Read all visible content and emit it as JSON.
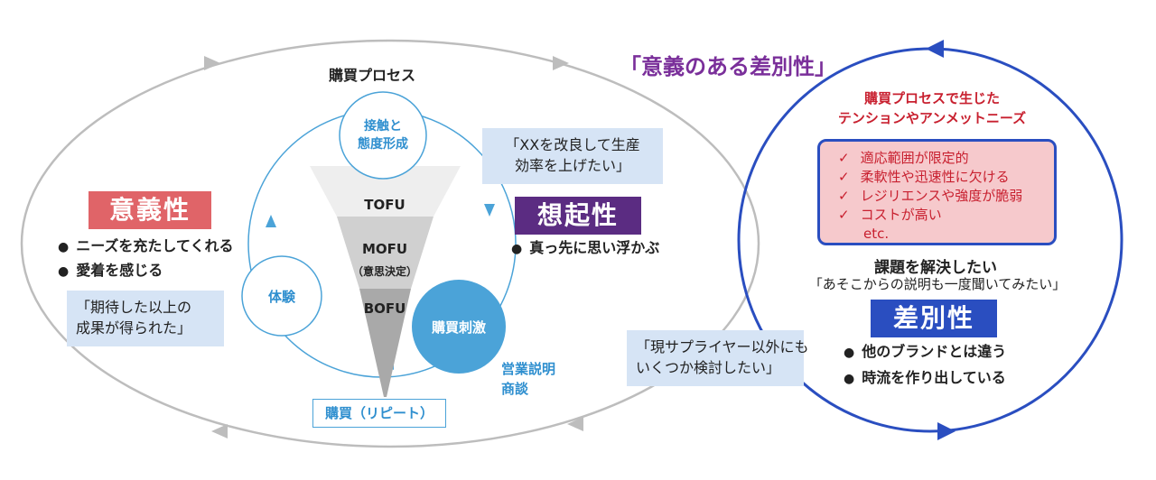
{
  "title": "「意義のある差別性」",
  "process": {
    "title": "購買プロセス",
    "nodes": {
      "contact": "接触と\n態度形成",
      "experience": "体験",
      "stimulus": "購買刺激",
      "purchase": "購買（リピート）"
    },
    "funnel": {
      "tofu": "TOFU",
      "mofu": "MOFU",
      "mofu_sub": "（意思決定）",
      "bofu": "BOFU"
    },
    "sales_note": "営業説明\n商談"
  },
  "meaningfulness": {
    "tag": "意義性",
    "bullets": [
      "ニーズを充たしてくれる",
      "愛着を感じる"
    ],
    "quote": "「期待した以上の\n成果が得られた」"
  },
  "salience": {
    "tag": "想起性",
    "bullets": [
      "真っ先に思い浮かぶ"
    ],
    "quote": "「XXを改良して生産\n効率を上げたい」"
  },
  "supplier_quote": "「現サプライヤー以外にも\nいくつか検討したい」",
  "tension": {
    "title": "購買プロセスで生じた\nテンションやアンメットニーズ",
    "items": [
      "適応範囲が限定的",
      "柔軟性や迅速性に欠ける",
      "レジリエンスや強度が脆弱",
      "コストが高い"
    ],
    "etc": "etc."
  },
  "solve": {
    "title": "課題を解決したい",
    "quote": "「あそこからの説明も一度聞いてみたい」"
  },
  "difference": {
    "tag": "差別性",
    "bullets": [
      "他のブランドとは違う",
      "時流を作り出している"
    ]
  },
  "colors": {
    "red": "#e06468",
    "purple": "#5b2c82",
    "blue": "#2a4ec0",
    "light_blue": "#4ba3d8",
    "pink": "#f6c9cc",
    "quote_bg": "#d6e4f5",
    "title_purple": "#7a2f9a"
  }
}
